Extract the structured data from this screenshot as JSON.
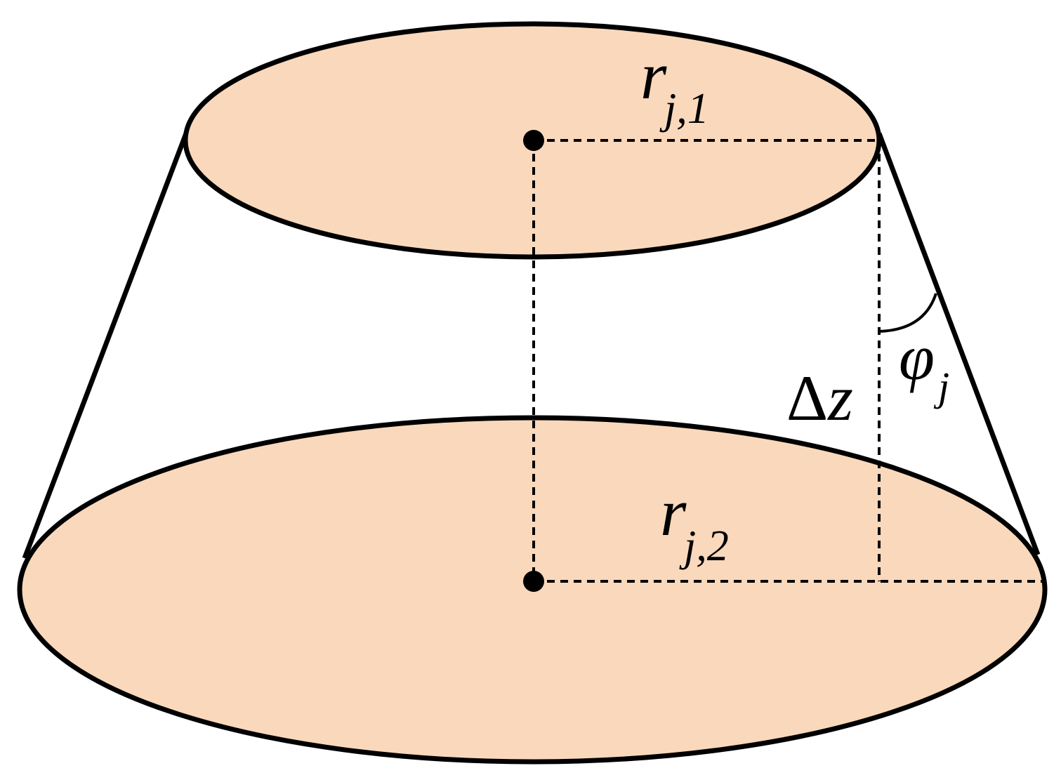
{
  "diagram": {
    "fill_color": "#f9d8bc",
    "stroke_color": "#000000",
    "background": "#ffffff",
    "labels": {
      "top_radius": {
        "symbol": "r",
        "subscript": "j,1"
      },
      "bottom_radius": {
        "symbol": "r",
        "subscript": "j,2"
      },
      "height": {
        "delta": "Δ",
        "symbol": "z"
      },
      "angle": {
        "symbol": "φ",
        "subscript": "j"
      }
    }
  }
}
